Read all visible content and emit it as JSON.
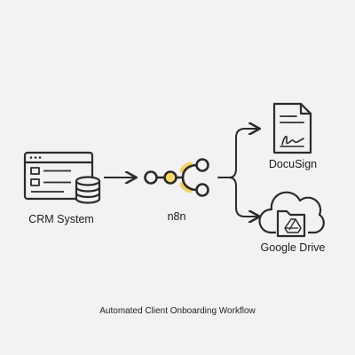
{
  "nodes": {
    "crm": {
      "label": "CRM System",
      "icon": "crm-database-icon"
    },
    "n8n": {
      "label": "n8n",
      "icon": "n8n-logo-icon"
    },
    "docusign": {
      "label": "DocuSign",
      "icon": "signed-document-icon"
    },
    "gdrive": {
      "label": "Google Drive",
      "icon": "cloud-drive-folder-icon"
    }
  },
  "caption": "Automated Client Onboarding Workflow",
  "colors": {
    "background": "#f2f2f4",
    "stroke": "#2b2b2b",
    "accent": "#f2c94c"
  }
}
